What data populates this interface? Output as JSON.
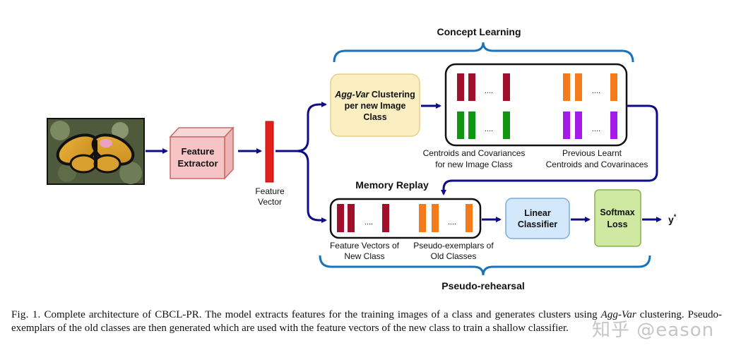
{
  "labels": {
    "concept_learning": "Concept Learning",
    "agg_var": "Agg-Var",
    "clustering_l1_rest": " Clustering",
    "clustering_l2": "per new Image",
    "clustering_l3": "Class",
    "feature_extractor_l1": "Feature",
    "feature_extractor_l2": "Extractor",
    "feature_vector_l1": "Feature",
    "feature_vector_l2": "Vector",
    "centroids_new_l1": "Centroids and Covariances",
    "centroids_new_l2": "for new Image Class",
    "previous_learnt_l1": "Previous Learnt",
    "previous_learnt_l2": "Centroids and Covarinaces",
    "memory_replay": "Memory Replay",
    "linear_classifier_l1": "Linear",
    "linear_classifier_l2": "Classifier",
    "softmax_l1": "Softmax",
    "softmax_l2": "Loss",
    "output": "y",
    "output_sup": "*",
    "fv_new_l1": "Feature Vectors of",
    "fv_new_l2": "New Class",
    "pseudo_old_l1": "Pseudo-exemplars of",
    "pseudo_old_l2": "Old Classes",
    "pseudo_rehearsal": "Pseudo-rehearsal",
    "dots": "...."
  },
  "caption": {
    "fig_label": "Fig. 1.",
    "text_before_italic": "  Complete architecture of CBCL-PR. The model extracts features for the training images of a class and generates clusters using ",
    "italic": "Agg-Var",
    "text_after_italic": " clustering. Pseudo-exemplars of the old classes are then generated which are used with the feature vectors of the new class to train a shallow classifier."
  },
  "watermark": "知乎 @eason",
  "colors": {
    "arrow": "#0d0d8a",
    "brace": "#1a73b8",
    "feature_vector": "#e3211c",
    "dark_red": "#a0102a",
    "orange": "#f47a1a",
    "green": "#119611",
    "purple": "#a51ae6",
    "extractor_fill": "#f6c4c4",
    "clustering_fill": "#fbeec0",
    "linear_fill": "#d3e8fb",
    "softmax_fill": "#cfe9a3"
  }
}
